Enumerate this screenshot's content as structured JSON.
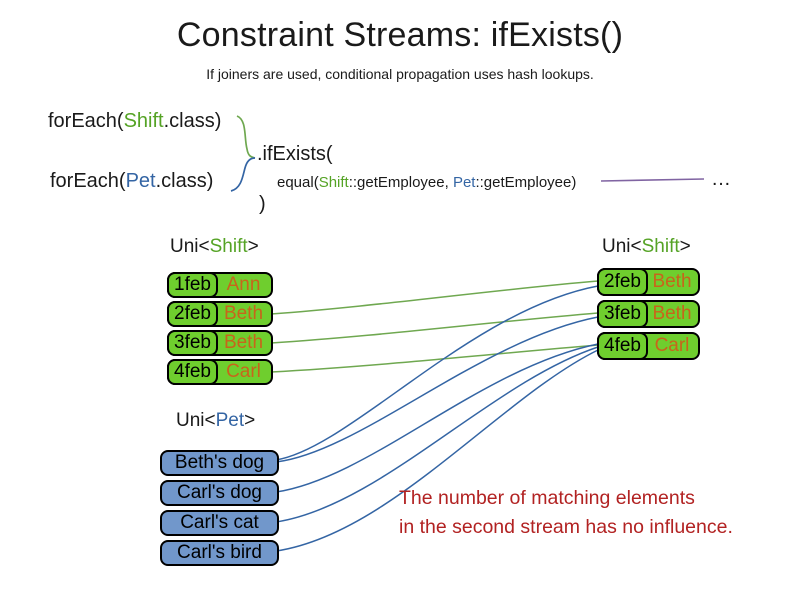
{
  "title": "Constraint Streams: ifExists()",
  "subtitle": "If joiners are used, conditional propagation uses hash lookups.",
  "code": {
    "foreach_shift": {
      "pre": "forEach(",
      "cls": "Shift",
      "post": ".class)"
    },
    "foreach_pet": {
      "pre": "forEach(",
      "cls": "Pet",
      "post": ".class)"
    },
    "if_exists": ".ifExists(",
    "equal": {
      "pre": "equal(",
      "shift": "Shift",
      "mid": "::getEmployee, ",
      "pet": "Pet",
      "post": "::getEmployee)"
    },
    "close_paren": ")",
    "ellipsis": "…"
  },
  "left_shift_table": {
    "label": {
      "pre": "Uni<",
      "cls": "Shift",
      "post": ">"
    },
    "rows": [
      {
        "date": "1feb",
        "name": "Ann"
      },
      {
        "date": "2feb",
        "name": "Beth"
      },
      {
        "date": "3feb",
        "name": "Beth"
      },
      {
        "date": "4feb",
        "name": "Carl"
      }
    ]
  },
  "right_shift_table": {
    "label": {
      "pre": "Uni<",
      "cls": "Shift",
      "post": ">"
    },
    "rows": [
      {
        "date": "2feb",
        "name": "Beth"
      },
      {
        "date": "3feb",
        "name": "Beth"
      },
      {
        "date": "4feb",
        "name": "Carl"
      }
    ]
  },
  "pet_table": {
    "label": {
      "pre": "Uni<",
      "cls": "Pet",
      "post": ">"
    },
    "rows": [
      {
        "name": "Beth's dog"
      },
      {
        "name": "Carl's dog"
      },
      {
        "name": "Carl's cat"
      },
      {
        "name": "Carl's bird"
      }
    ]
  },
  "note": {
    "line1": "The number of matching elements",
    "line2": "in the second stream has no influence."
  },
  "colors": {
    "shift_box_fill": "#6FCE2E",
    "pet_box_fill": "#7197CB",
    "employee_text": "#C8651B",
    "shift_class_text": "#55A325",
    "pet_class_text": "#3465A4",
    "green_link": "#6FA850",
    "blue_link": "#3465A4",
    "joiner_link": "#8064A2",
    "note_text": "#B22222"
  }
}
